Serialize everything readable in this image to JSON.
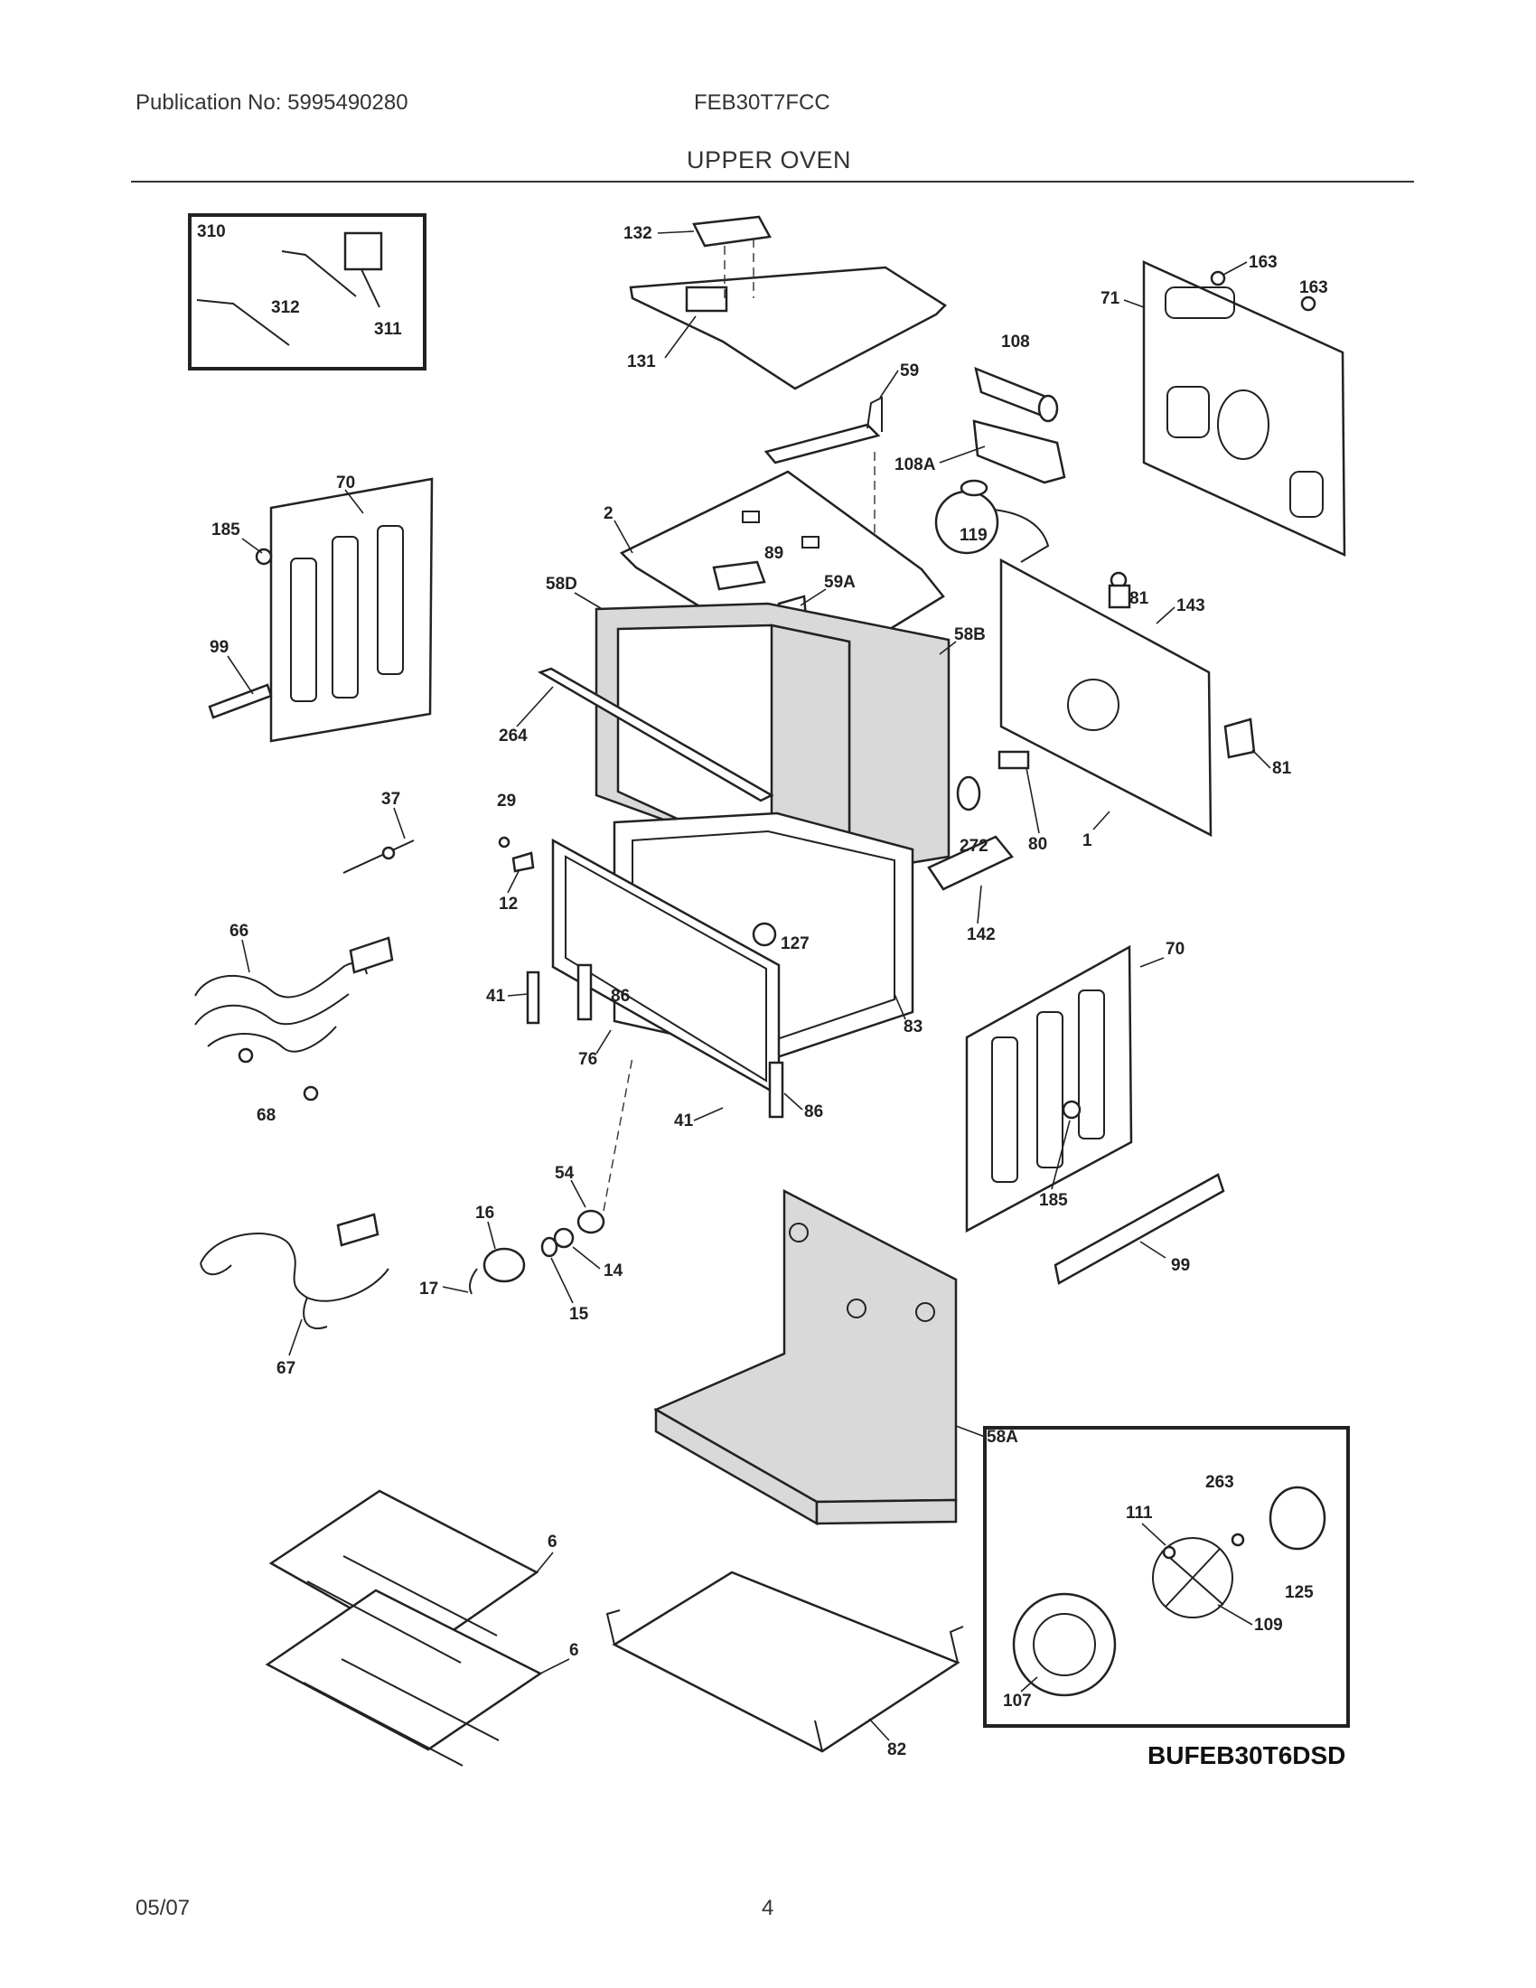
{
  "header": {
    "publication": "Publication No: 5995490280",
    "model": "FEB30T7FCC",
    "section": "UPPER OVEN"
  },
  "footer": {
    "date": "05/07",
    "page": "4"
  },
  "diagram_code": "BUFEB30T6DSD",
  "part_labels": {
    "p310": "310",
    "p312": "312",
    "p311": "311",
    "p132": "132",
    "p131": "131",
    "p59": "59",
    "p163a": "163",
    "p163b": "163",
    "p71": "71",
    "p108": "108",
    "p108A": "108A",
    "p119": "119",
    "p70a": "70",
    "p185a": "185",
    "p99a": "99",
    "p2": "2",
    "p89": "89",
    "p58D": "58D",
    "p59A": "59A",
    "p58B": "58B",
    "p81a": "81",
    "p143": "143",
    "p81b": "81",
    "p1": "1",
    "p80": "80",
    "p272": "272",
    "p264": "264",
    "p37": "37",
    "p29a": "29",
    "p12": "12",
    "p29b": "29",
    "p127": "127",
    "p142": "142",
    "p66": "66",
    "p41a": "41",
    "p86a": "86",
    "p76": "76",
    "p83": "83",
    "p68": "68",
    "p41b": "41",
    "p86b": "86",
    "p70b": "70",
    "p185b": "185",
    "p99b": "99",
    "p54": "54",
    "p16": "16",
    "p14": "14",
    "p17": "17",
    "p15": "15",
    "p67": "67",
    "p58A": "58A",
    "p263": "263",
    "p111": "111",
    "p125": "125",
    "p109": "109",
    "p107": "107",
    "p6a": "6",
    "p6b": "6",
    "p82": "82"
  }
}
